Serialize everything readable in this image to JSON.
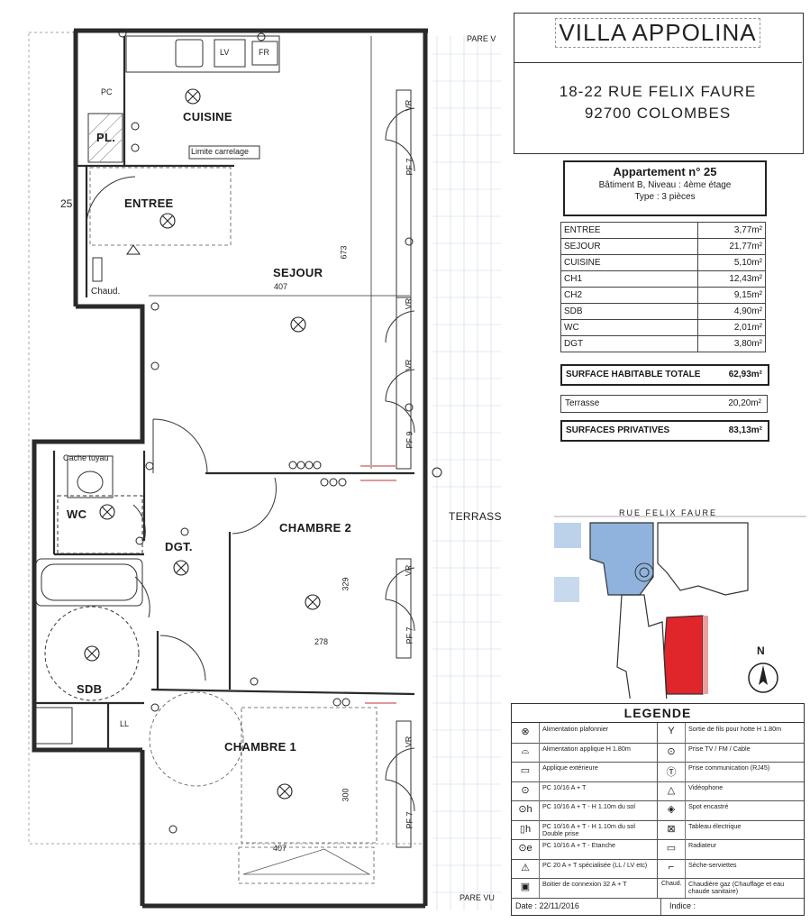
{
  "header": {
    "project_name": "VILLA APPOLINA",
    "address_line1": "18-22 RUE FELIX FAURE",
    "address_line2": "92700 COLOMBES"
  },
  "apartment": {
    "title": "Appartement n° 25",
    "building_level": "Bâtiment B, Niveau : 4ème étage",
    "type": "Type : 3 pièces"
  },
  "areas": [
    {
      "room": "ENTREE",
      "area": "3,77m²"
    },
    {
      "room": "SEJOUR",
      "area": "21,77m²"
    },
    {
      "room": "CUISINE",
      "area": "5,10m²"
    },
    {
      "room": "CH1",
      "area": "12,43m²"
    },
    {
      "room": "CH2",
      "area": "9,15m²"
    },
    {
      "room": "SDB",
      "area": "4,90m²"
    },
    {
      "room": "WC",
      "area": "2,01m²"
    },
    {
      "room": "DGT",
      "area": "3,80m²"
    }
  ],
  "totals": {
    "habitable_label": "SURFACE HABITABLE TOTALE",
    "habitable_value": "62,93m²",
    "terrace_label": "Terrasse",
    "terrace_value": "20,20m²",
    "private_label": "SURFACES PRIVATIVES",
    "private_value": "83,13m²"
  },
  "site_plan": {
    "street_label": "RUE FELIX FAURE",
    "north_label": "N"
  },
  "legend": {
    "title": "LEGENDE",
    "items_left": [
      {
        "icon": "ceiling-light-icon",
        "symbol": "⊗",
        "text": "Alimentation plafonnier"
      },
      {
        "icon": "wall-light-icon",
        "symbol": "⌓",
        "text": "Alimentation applique H 1.80m"
      },
      {
        "icon": "exterior-light-icon",
        "symbol": "▭",
        "text": "Applique extérieure"
      },
      {
        "icon": "socket-icon",
        "symbol": "⊙",
        "text": "PC 10/16 A + T"
      },
      {
        "icon": "socket-high-icon",
        "symbol": "⊙h",
        "text": "PC 10/16 A + T - H 1.10m du sol"
      },
      {
        "icon": "double-socket-icon",
        "symbol": "▯h",
        "text": "PC 10/16 A + T - H 1.10m du sol Double prise"
      },
      {
        "icon": "waterproof-socket-icon",
        "symbol": "⊙e",
        "text": "PC 10/16 A + T - Etanche"
      },
      {
        "icon": "dedicated-socket-icon",
        "symbol": "⚠",
        "text": "PC 20 A + T spécialisée (LL / LV etc)"
      },
      {
        "icon": "junction-box-icon",
        "symbol": "▣",
        "text": "Boitier de connexion 32 A + T"
      }
    ],
    "items_right": [
      {
        "icon": "hood-wire-icon",
        "symbol": "Y",
        "text": "Sortie de fils pour hotte H 1.80m"
      },
      {
        "icon": "tv-socket-icon",
        "symbol": "⊙",
        "text": "Prise TV / FM / Cable"
      },
      {
        "icon": "rj45-socket-icon",
        "symbol": "Ⓣ",
        "text": "Prise communication (RJ45)"
      },
      {
        "icon": "videophone-icon",
        "symbol": "△",
        "text": "Vidéophone"
      },
      {
        "icon": "recessed-spot-icon",
        "symbol": "◈",
        "text": "Spot encastré"
      },
      {
        "icon": "electrical-panel-icon",
        "symbol": "⊠",
        "text": "Tableau électrique"
      },
      {
        "icon": "radiator-icon",
        "symbol": "▭",
        "text": "Radiateur"
      },
      {
        "icon": "towel-dryer-icon",
        "symbol": "⌐",
        "text": "Sèche-serviettes"
      },
      {
        "icon": "gas-boiler-icon",
        "symbol": "Chaud.",
        "text": "Chaudière gaz (Chauffage et eau chaude sanitaire)"
      }
    ],
    "date": "Date : 22/11/2016",
    "index": "Indice :"
  },
  "plan": {
    "rooms": {
      "cuisine": "CUISINE",
      "entree": "ENTREE",
      "sejour": "SEJOUR",
      "chambre2": "CHAMBRE 2",
      "chambre1": "CHAMBRE 1",
      "wc": "WC",
      "dgt": "DGT.",
      "sdb": "SDB",
      "pl": "PL.",
      "terrasse": "TERRASS"
    },
    "labels": {
      "limite_carrelage": "Limite carrelage",
      "chaud": "Chaud.",
      "cache_tuyau": "Cache tuyau",
      "lv": "LV",
      "fr": "FR",
      "pc": "PC",
      "ll": "LL",
      "pare_vue_top": "PARE V",
      "pare_vue_bottom": "PARE VU",
      "level_number": "25",
      "pf7_a": "PF 7",
      "pf9": "PF 9",
      "pf7_b": "PF 7",
      "pf7_c": "PF 7",
      "vr_a": "VR",
      "vr_b": "VR",
      "vr_c": "VR",
      "vr_d": "VR",
      "vr_e": "VR"
    },
    "dimensions": {
      "sejour_width": "407",
      "sejour_depth": "673",
      "ch2_depth": "329",
      "ch2_width": "278",
      "ch1_depth": "300",
      "ch1_width": "407"
    }
  },
  "colors": {
    "highlight_red": "#e0262a",
    "highlight_blue": "#8fb3dc",
    "plan_line": "#2a2a2a"
  }
}
